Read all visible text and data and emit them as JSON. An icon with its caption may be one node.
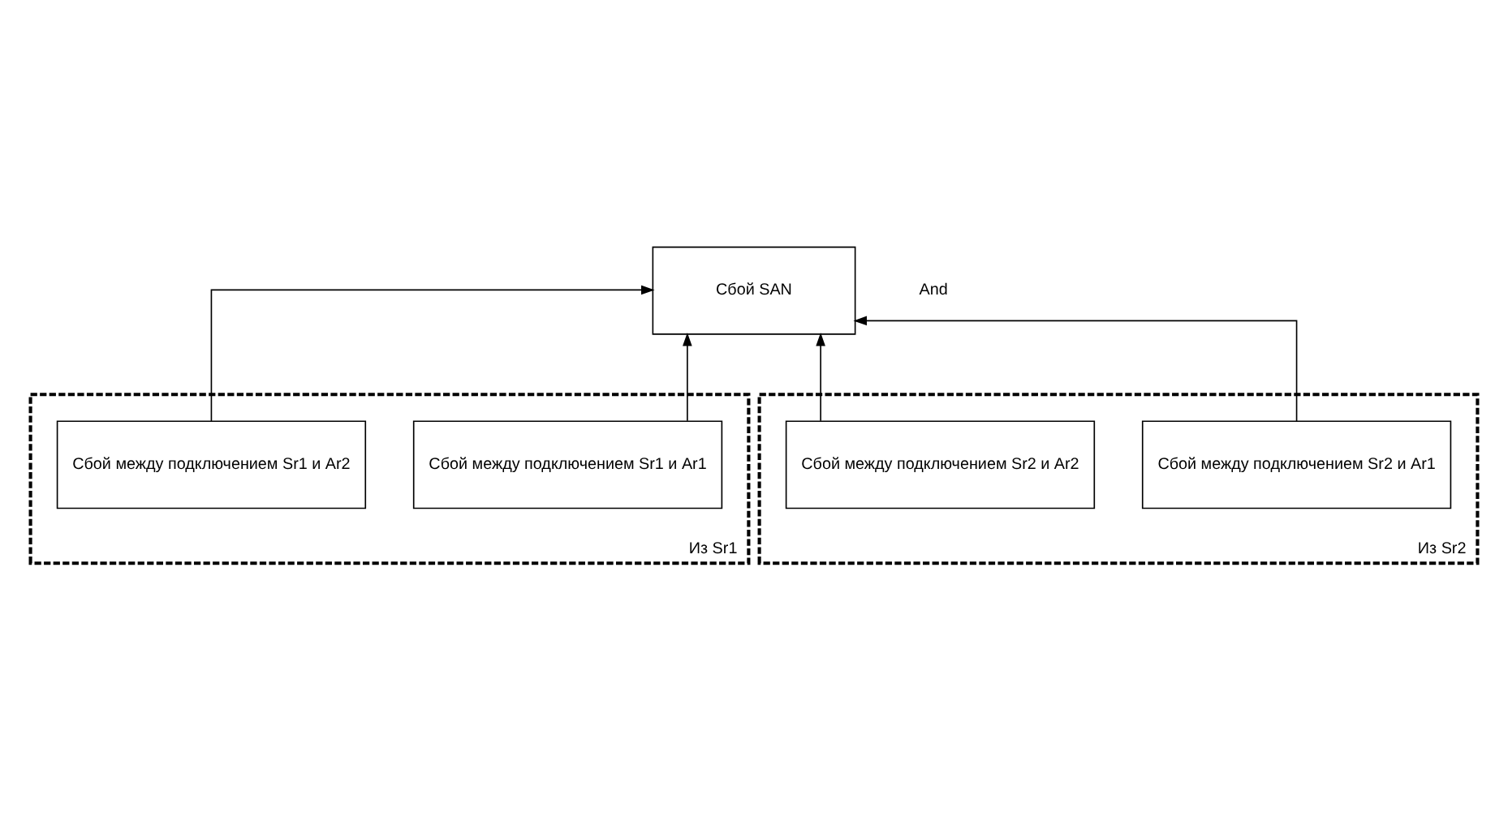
{
  "diagram": {
    "nodes": [
      {
        "text": [
          "Сбой SAN"
        ]
      },
      {
        "text": [
          "Из Sr1"
        ]
      },
      {
        "text": [
          "Сбой между подключением Sr1 и Ar1"
        ],
        "in": 1
      },
      {
        "text": [
          "Сбой между подключением Sr1 и Ar2"
        ],
        "in": 1
      },
      {
        "text": [
          "Из Sr2"
        ]
      },
      {
        "text": [
          "Сбой между подключением Sr2 и Ar1"
        ],
        "in": 4
      },
      {
        "text": [
          "Сбой между подключением Sr2 и Ar2"
        ],
        "in": 4
      }
    ],
    "edges": [
      {
        "from": 2,
        "to": 0,
        "arrow": "to"
      },
      {
        "from": 3,
        "to": 0,
        "arrow": "to"
      },
      {
        "from": 5,
        "to": 0,
        "arrow": "to"
      },
      {
        "from": 6,
        "to": 0,
        "arrow": "to"
      }
    ],
    "labels": [
      "And"
    ]
  }
}
